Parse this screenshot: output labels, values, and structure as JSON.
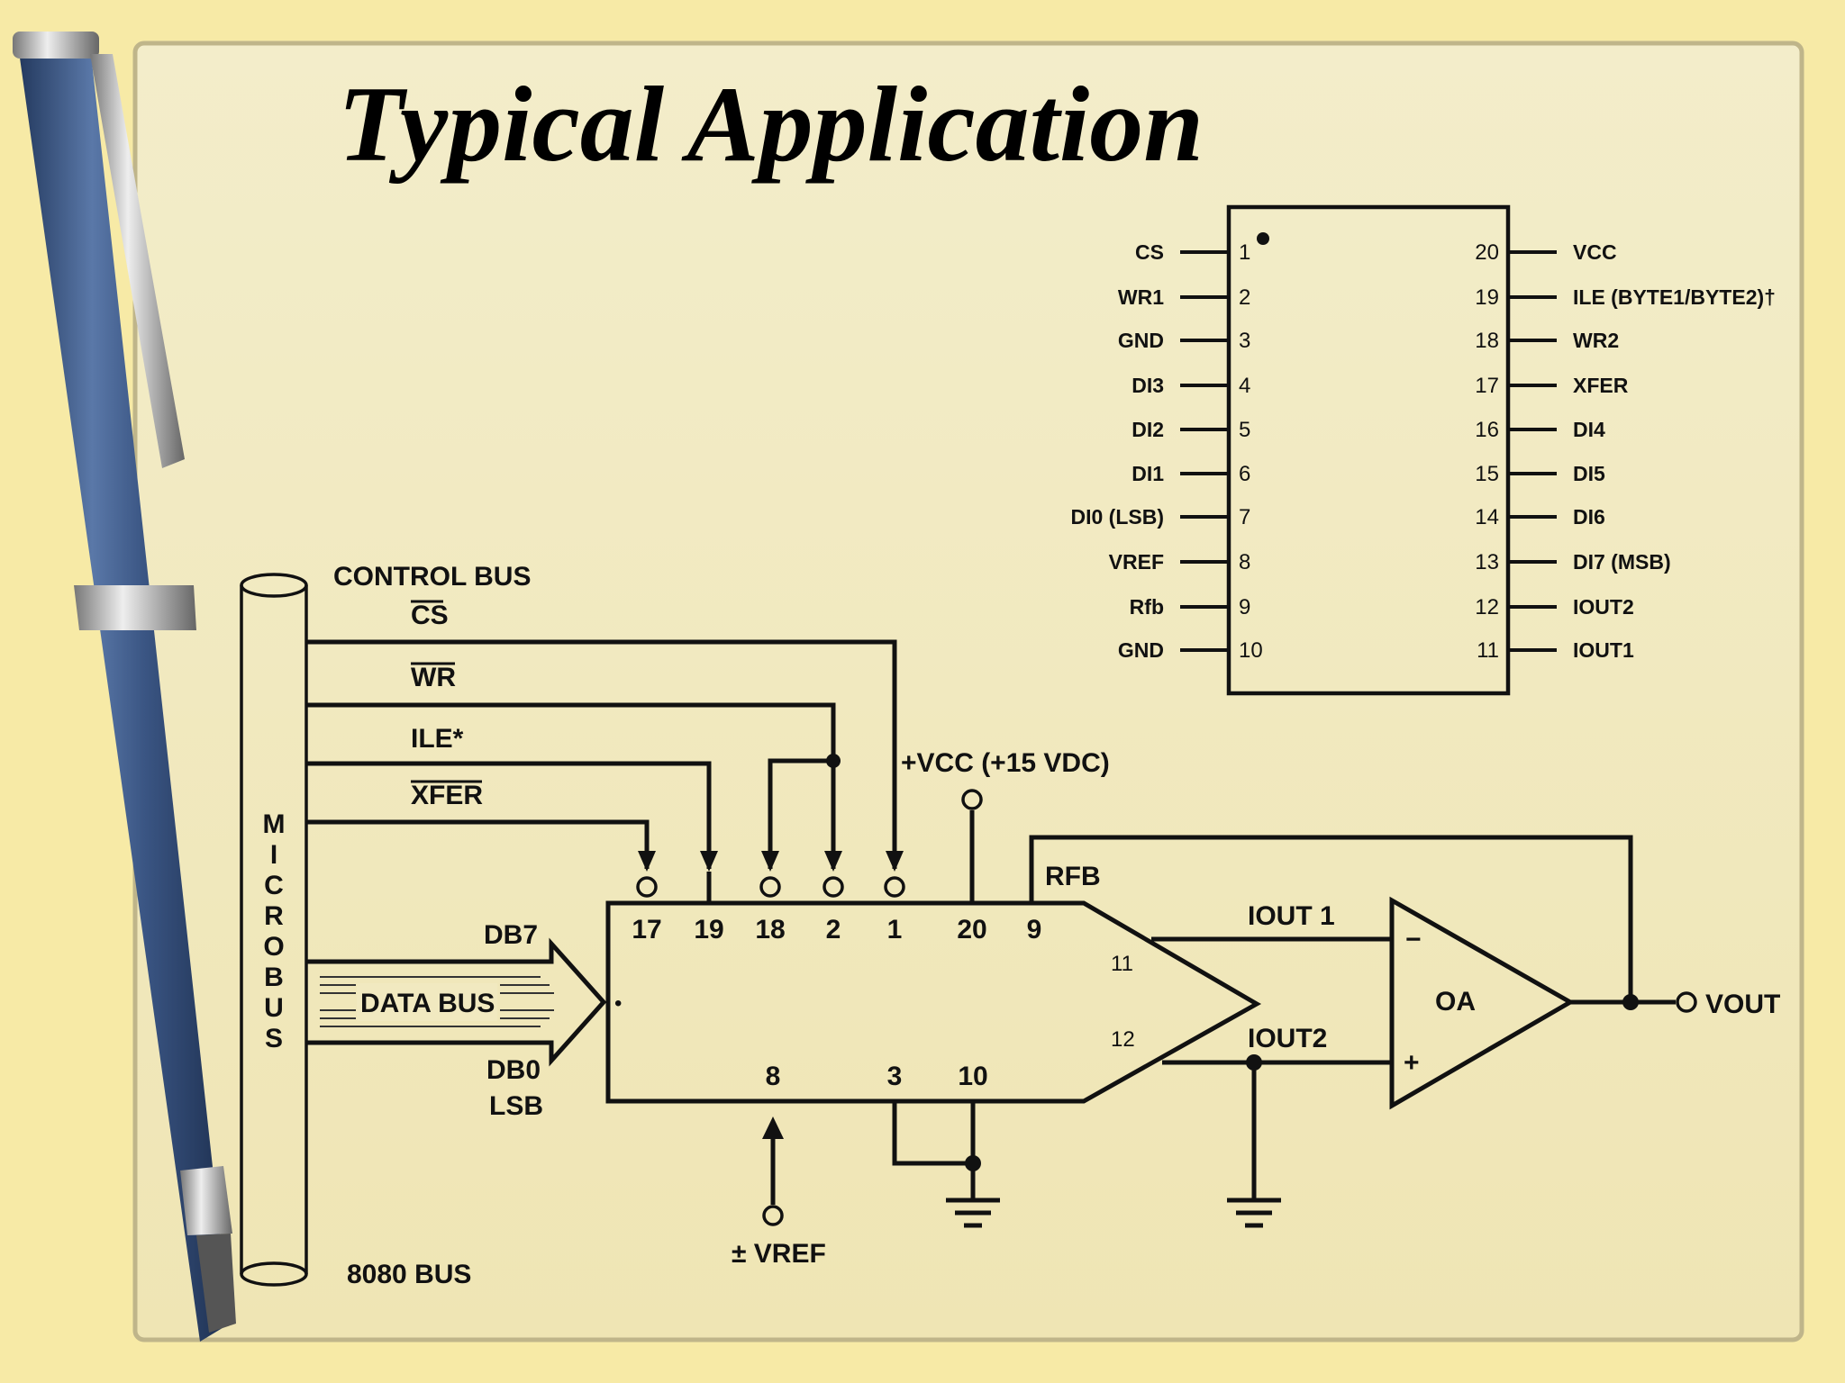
{
  "slide": {
    "title": "Typical Application",
    "colors": {
      "background": "#f7eaa6",
      "panel": "#f2ebc6",
      "pen_body": "#3f5a86"
    }
  },
  "pinout": {
    "left_pins": [
      {
        "num": "1",
        "label": "CS"
      },
      {
        "num": "2",
        "label": "WR1"
      },
      {
        "num": "3",
        "label": "GND"
      },
      {
        "num": "4",
        "label": "DI3"
      },
      {
        "num": "5",
        "label": "DI2"
      },
      {
        "num": "6",
        "label": "DI1"
      },
      {
        "num": "7",
        "label": "DI0 (LSB)"
      },
      {
        "num": "8",
        "label": "VREF"
      },
      {
        "num": "9",
        "label": "Rfb"
      },
      {
        "num": "10",
        "label": "GND"
      }
    ],
    "right_pins": [
      {
        "num": "20",
        "label": "VCC"
      },
      {
        "num": "19",
        "label": "ILE (BYTE1/BYTE2)†"
      },
      {
        "num": "18",
        "label": "WR2"
      },
      {
        "num": "17",
        "label": "XFER"
      },
      {
        "num": "16",
        "label": "DI4"
      },
      {
        "num": "15",
        "label": "DI5"
      },
      {
        "num": "14",
        "label": "DI6"
      },
      {
        "num": "13",
        "label": "DI7 (MSB)"
      },
      {
        "num": "12",
        "label": "IOUT2"
      },
      {
        "num": "11",
        "label": "IOUT1"
      }
    ]
  },
  "circuit": {
    "control_bus": "CONTROL BUS",
    "signals": {
      "cs": "CS",
      "wr": "WR",
      "ile": "ILE*",
      "xfer": "XFER"
    },
    "microbus": [
      "M",
      "I",
      "C",
      "R",
      "O",
      "B",
      "U",
      "S"
    ],
    "data_bus": "DATA BUS",
    "db7": "DB7",
    "db0": "DB0",
    "lsb": "LSB",
    "bus_8080": "8080 BUS",
    "vcc": "+VCC (+15 VDC)",
    "vref": "± VREF",
    "rfb": "RFB",
    "iout1": "IOUT 1",
    "iout2": "IOUT2",
    "oa": "OA",
    "minus": "−",
    "plus": "+",
    "vout": "VOUT",
    "dot": "•",
    "top_pins": [
      "17",
      "19",
      "18",
      "2",
      "1",
      "20",
      "9"
    ],
    "pin11": "11",
    "pin12": "12",
    "bottom_pins": [
      "8",
      "3",
      "10"
    ]
  }
}
